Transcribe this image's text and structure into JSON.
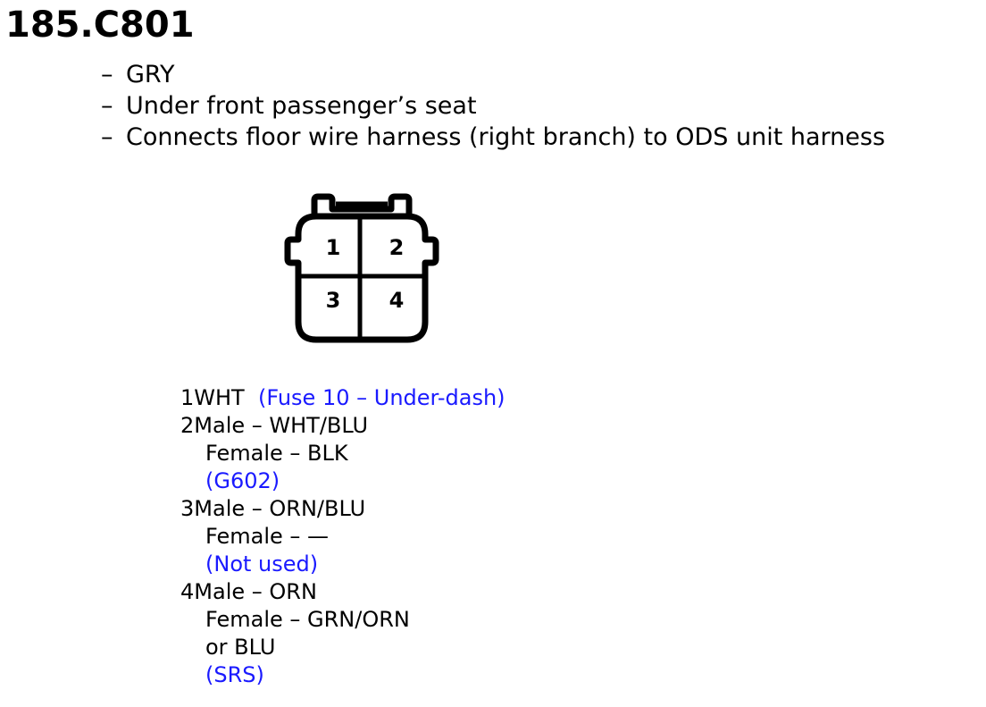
{
  "title": "185.C801",
  "details": [
    "GRY",
    "Under front passenger’s seat",
    "Connects floor wire harness (right branch) to ODS unit harness"
  ],
  "dash": "–",
  "connector": {
    "pin_labels": [
      "1",
      "2",
      "3",
      "4"
    ]
  },
  "pins": [
    {
      "number": "1",
      "line": "WHT",
      "note": "(Fuse 10 – Under-dash)"
    },
    {
      "number": "2",
      "line": "Male – WHT/BLU",
      "sub": [
        "Female – BLK"
      ],
      "note": "(G602)"
    },
    {
      "number": "3",
      "line": "Male – ORN/BLU",
      "sub": [
        "Female – —"
      ],
      "note": "(Not used)"
    },
    {
      "number": "4",
      "line": "Male – ORN",
      "sub": [
        "Female – GRN/ORN",
        "or BLU"
      ],
      "note": "(SRS)"
    }
  ]
}
